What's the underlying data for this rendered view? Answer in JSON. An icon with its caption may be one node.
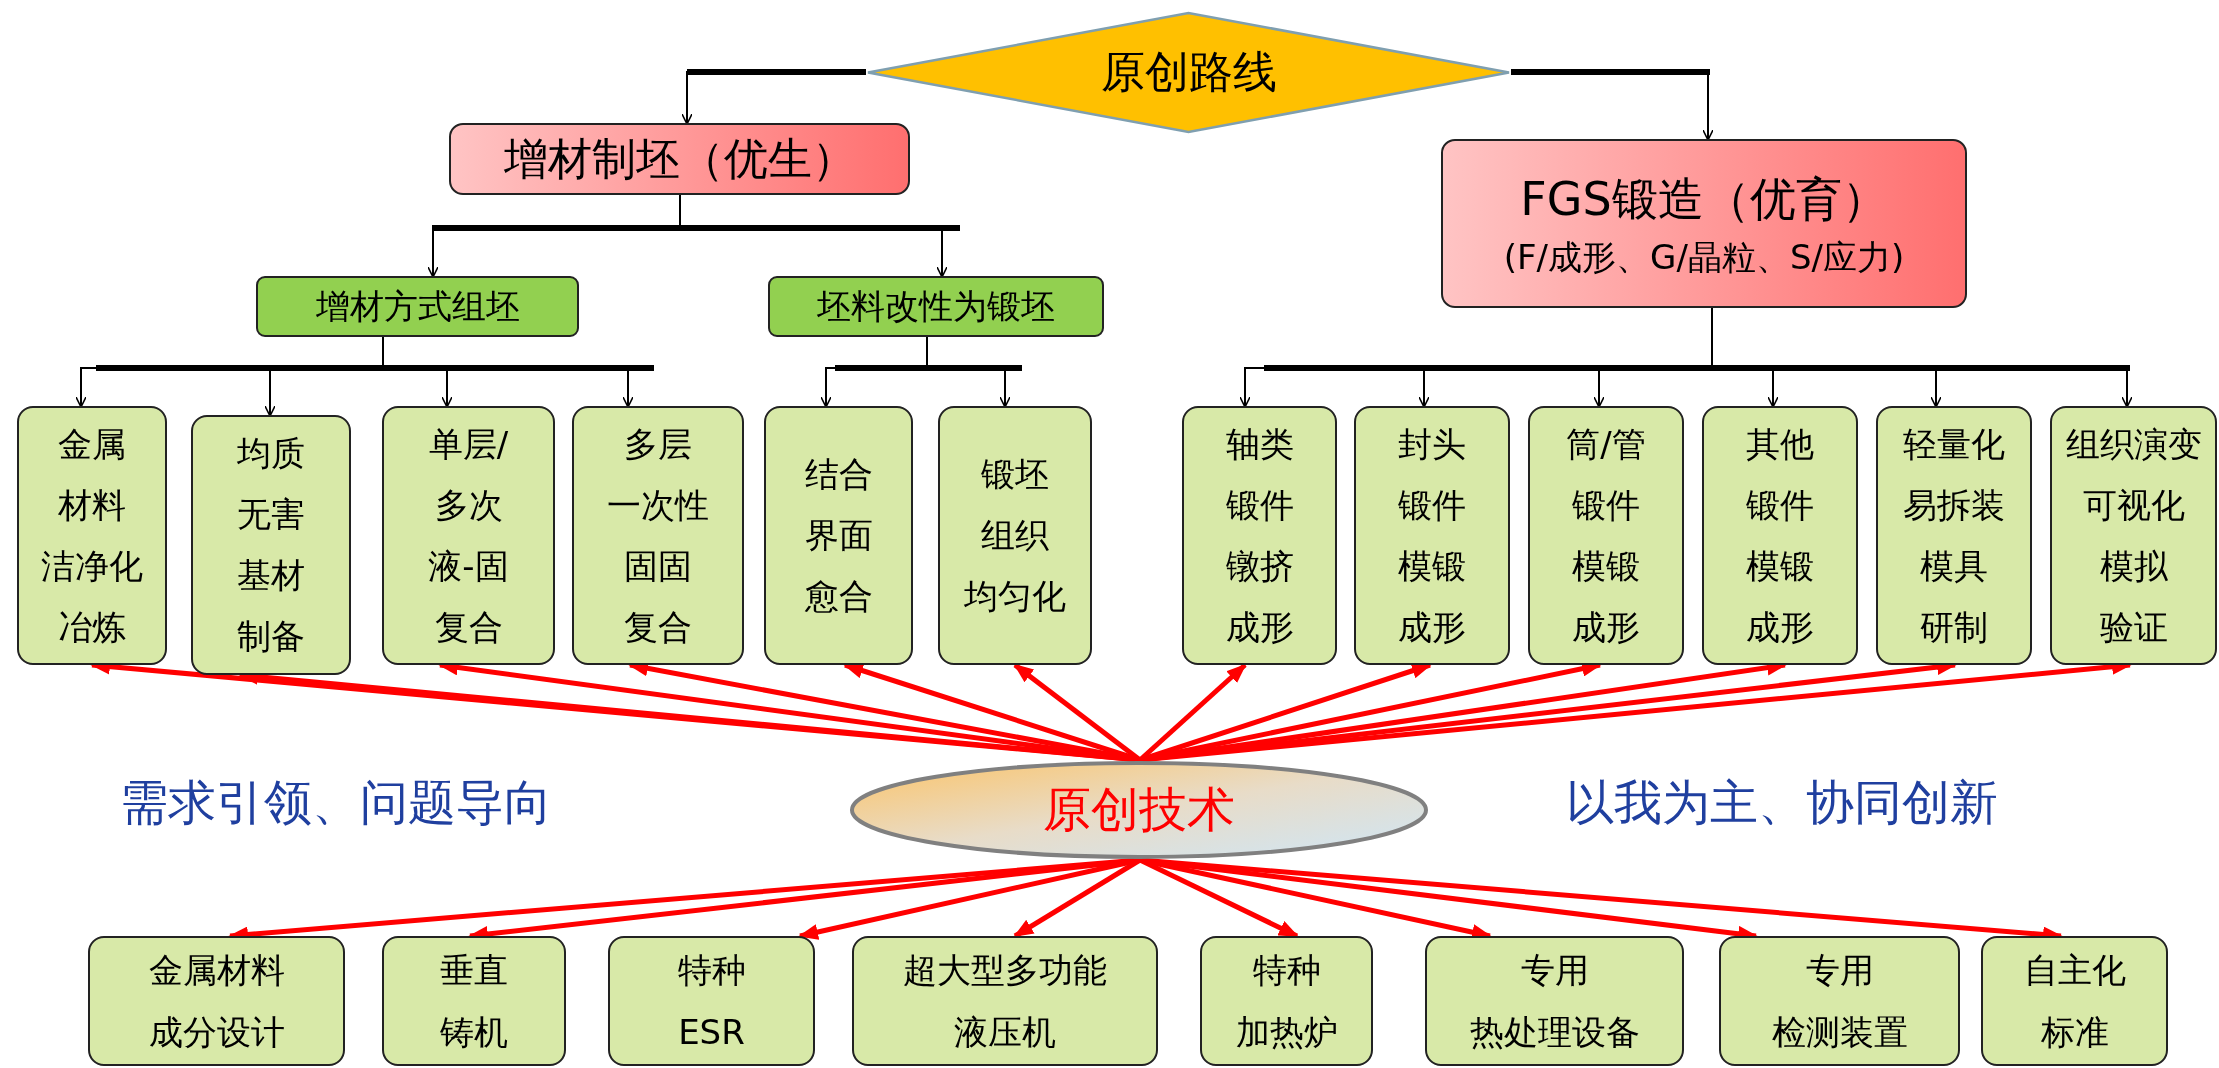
{
  "diagram": {
    "nodes": [
      {
        "text": [
          "原创路线"
        ]
      },
      {
        "text": [
          "增材制坯（优生）"
        ]
      },
      {
        "text": [
          "FGS锻造（优育）",
          "(F/成形、G/晶粒、S/应力)"
        ]
      },
      {
        "text": [
          "增材方式组坯"
        ]
      },
      {
        "text": [
          "坯料改性为锻坯"
        ]
      },
      {
        "text": [
          "金属材料洁净化冶炼"
        ]
      },
      {
        "text": [
          "均质无害基材制备"
        ]
      },
      {
        "text": [
          "单层/多次液-固复合"
        ]
      },
      {
        "text": [
          "多层一次性固固复合"
        ]
      },
      {
        "text": [
          "结合界面愈合"
        ]
      },
      {
        "text": [
          "锻坯组织均匀化"
        ]
      },
      {
        "text": [
          "轴类锻件镦挤成形"
        ]
      },
      {
        "text": [
          "封头锻件模锻成形"
        ]
      },
      {
        "text": [
          "筒/管锻件模锻成形"
        ]
      },
      {
        "text": [
          "其他锻件模锻成形"
        ]
      },
      {
        "text": [
          "轻量化易拆装模具研制"
        ]
      },
      {
        "text": [
          "组织演变可视化模拟验证"
        ]
      },
      {
        "text": [
          "原创技术"
        ]
      },
      {
        "text": [
          "金属材料成分设计"
        ]
      },
      {
        "text": [
          "垂直铸机"
        ]
      },
      {
        "text": [
          "特种ESR"
        ]
      },
      {
        "text": [
          "超大型多功能液压机"
        ]
      },
      {
        "text": [
          "特种加热炉"
        ]
      },
      {
        "text": [
          "专用热处理设备"
        ]
      },
      {
        "text": [
          "专用检测装置"
        ]
      },
      {
        "text": [
          "自主化标准"
        ]
      }
    ],
    "edges": [
      {
        "from": 0,
        "to": 1,
        "arrow": "to",
        "color": "#000000"
      },
      {
        "from": 0,
        "to": 2,
        "arrow": "to",
        "color": "#000000"
      },
      {
        "from": 1,
        "to": 3,
        "arrow": "to",
        "color": "#000000"
      },
      {
        "from": 1,
        "to": 4,
        "arrow": "to",
        "color": "#000000"
      },
      {
        "from": 3,
        "to": 5,
        "arrow": "to",
        "color": "#000000"
      },
      {
        "from": 3,
        "to": 6,
        "arrow": "to",
        "color": "#000000"
      },
      {
        "from": 3,
        "to": 7,
        "arrow": "to",
        "color": "#000000"
      },
      {
        "from": 3,
        "to": 8,
        "arrow": "to",
        "color": "#000000"
      },
      {
        "from": 4,
        "to": 9,
        "arrow": "to",
        "color": "#000000"
      },
      {
        "from": 4,
        "to": 10,
        "arrow": "to",
        "color": "#000000"
      },
      {
        "from": 2,
        "to": 11,
        "arrow": "to",
        "color": "#000000"
      },
      {
        "from": 2,
        "to": 12,
        "arrow": "to",
        "color": "#000000"
      },
      {
        "from": 2,
        "to": 13,
        "arrow": "to",
        "color": "#000000"
      },
      {
        "from": 2,
        "to": 14,
        "arrow": "to",
        "color": "#000000"
      },
      {
        "from": 2,
        "to": 15,
        "arrow": "to",
        "color": "#000000"
      },
      {
        "from": 2,
        "to": 16,
        "arrow": "to",
        "color": "#000000"
      },
      {
        "from": 17,
        "to": 5,
        "arrow": "to"
      },
      {
        "from": 17,
        "to": 6,
        "arrow": "to"
      },
      {
        "from": 17,
        "to": 7,
        "arrow": "to"
      },
      {
        "from": 17,
        "to": 8,
        "arrow": "to"
      },
      {
        "from": 17,
        "to": 9,
        "arrow": "to"
      },
      {
        "from": 17,
        "to": 10,
        "arrow": "to"
      },
      {
        "from": 17,
        "to": 11,
        "arrow": "to"
      },
      {
        "from": 17,
        "to": 12,
        "arrow": "to"
      },
      {
        "from": 17,
        "to": 13,
        "arrow": "to"
      },
      {
        "from": 17,
        "to": 14,
        "arrow": "to"
      },
      {
        "from": 17,
        "to": 15,
        "arrow": "to"
      },
      {
        "from": 17,
        "to": 16,
        "arrow": "to"
      },
      {
        "from": 17,
        "to": 18,
        "arrow": "to"
      },
      {
        "from": 17,
        "to": 19,
        "arrow": "to"
      },
      {
        "from": 17,
        "to": 20,
        "arrow": "to"
      },
      {
        "from": 17,
        "to": 21,
        "arrow": "to"
      },
      {
        "from": 17,
        "to": 22,
        "arrow": "to"
      },
      {
        "from": 17,
        "to": 23,
        "arrow": "to"
      },
      {
        "from": 17,
        "to": 24,
        "arrow": "to"
      },
      {
        "from": 17,
        "to": 25,
        "arrow": "to"
      }
    ],
    "labels": [
      "需求引领、问题导向",
      "以我为主、协同创新"
    ]
  }
}
